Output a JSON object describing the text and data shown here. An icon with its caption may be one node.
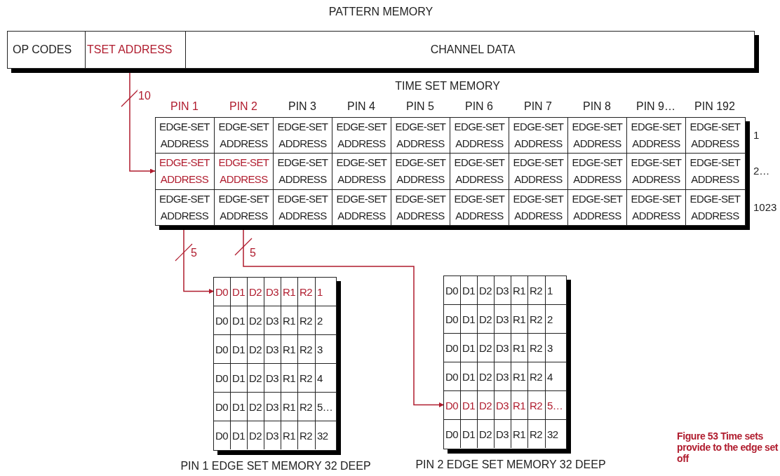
{
  "diagram": {
    "caption": "Figure 53 Time sets provide to the edge set off",
    "nodes": [
      {
        "text": [
          "PATTERN MEMORY"
        ]
      },
      {
        "text": [
          "OP CODES"
        ],
        "in": 0
      },
      {
        "text": [
          "TSET ADDRESS"
        ],
        "in": 0
      },
      {
        "text": [
          "CHANNEL DATA"
        ],
        "in": 0
      },
      {
        "text": [
          "TIME SET MEMORY"
        ]
      },
      {
        "text": [
          "EDGE-SET ADDRESS",
          "EDGE-SET ADDRESS",
          "EDGE-SET ADDRESS",
          "EDGE-SET ADDRESS",
          "EDGE-SET ADDRESS",
          "EDGE-SET ADDRESS",
          "EDGE-SET ADDRESS",
          "EDGE-SET ADDRESS",
          "EDGE-SET ADDRESS",
          "EDGE-SET ADDRESS"
        ],
        "beside": [
          "1"
        ],
        "in": 4
      },
      {
        "text": [
          "EDGE-SET ADDRESS",
          "EDGE-SET ADDRESS",
          "EDGE-SET ADDRESS",
          "EDGE-SET ADDRESS",
          "EDGE-SET ADDRESS",
          "EDGE-SET ADDRESS",
          "EDGE-SET ADDRESS",
          "EDGE-SET ADDRESS",
          "EDGE-SET ADDRESS",
          "EDGE-SET ADDRESS"
        ],
        "beside": [
          "2…"
        ],
        "in": 4
      },
      {
        "text": [
          "EDGE-SET ADDRESS",
          "EDGE-SET ADDRESS",
          "EDGE-SET ADDRESS",
          "EDGE-SET ADDRESS",
          "EDGE-SET ADDRESS",
          "EDGE-SET ADDRESS",
          "EDGE-SET ADDRESS",
          "EDGE-SET ADDRESS",
          "EDGE-SET ADDRESS",
          "EDGE-SET ADDRESS"
        ],
        "beside": [
          "1023"
        ],
        "in": 4
      },
      {
        "text": [
          "PIN 1 EDGE SET MEMORY 32 DEEP"
        ]
      },
      {
        "text": [
          "D0",
          "D1",
          "D2",
          "D3",
          "R1",
          "R2",
          "1"
        ],
        "in": 8
      },
      {
        "text": [
          "D0",
          "D1",
          "D2",
          "D3",
          "R1",
          "R2",
          "2"
        ],
        "in": 8
      },
      {
        "text": [
          "D0",
          "D1",
          "D2",
          "D3",
          "R1",
          "R2",
          "3"
        ],
        "in": 8
      },
      {
        "text": [
          "D0",
          "D1",
          "D2",
          "D3",
          "R1",
          "R2",
          "4"
        ],
        "in": 8
      },
      {
        "text": [
          "D0",
          "D1",
          "D2",
          "D3",
          "R1",
          "R2",
          "5…"
        ],
        "in": 8
      },
      {
        "text": [
          "D0",
          "D1",
          "D2",
          "D3",
          "R1",
          "R2",
          "32"
        ],
        "in": 8
      },
      {
        "text": [
          "PIN 2 EDGE SET MEMORY 32 DEEP"
        ]
      },
      {
        "text": [
          "D0",
          "D1",
          "D2",
          "D3",
          "R1",
          "R2",
          "1"
        ],
        "in": 15
      },
      {
        "text": [
          "D0",
          "D1",
          "D2",
          "D3",
          "R1",
          "R2",
          "2"
        ],
        "in": 15
      },
      {
        "text": [
          "D0",
          "D1",
          "D2",
          "D3",
          "R1",
          "R2",
          "3"
        ],
        "in": 15
      },
      {
        "text": [
          "D0",
          "D1",
          "D2",
          "D3",
          "R1",
          "R2",
          "4"
        ],
        "in": 15
      },
      {
        "text": [
          "D0",
          "D1",
          "D2",
          "D3",
          "R1",
          "R2",
          "5…"
        ],
        "in": 15
      },
      {
        "text": [
          "D0",
          "D1",
          "D2",
          "D3",
          "R1",
          "R2",
          "32"
        ],
        "in": 15
      }
    ],
    "edges": [
      {
        "from": 2,
        "to": 6,
        "arrow": "to",
        "label": "10",
        "color": "#b01c2e"
      },
      {
        "from": 4,
        "to": 9,
        "arrow": "to",
        "label": "5",
        "color": "#b01c2e"
      },
      {
        "from": 4,
        "to": 20,
        "arrow": "to",
        "label": "5",
        "color": "#b01c2e"
      }
    ],
    "labels": [
      "PIN 1",
      "PIN 2",
      "PIN 3",
      "PIN 4",
      "PIN 5",
      "PIN 6",
      "PIN 7",
      "PIN 8",
      "PIN 9…",
      "PIN 192"
    ]
  }
}
